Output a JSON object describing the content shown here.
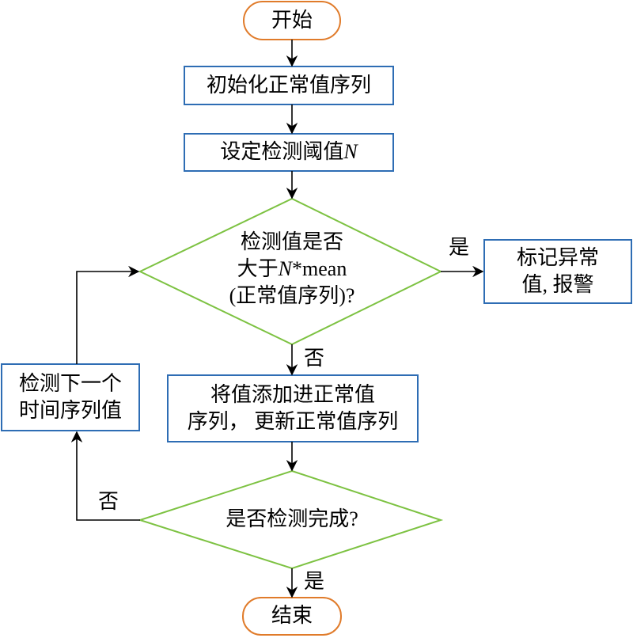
{
  "diagram": {
    "start": "开始",
    "init": "初始化正常值序列",
    "threshold": {
      "text": "设定检测阈值",
      "var": "N"
    },
    "decision1": {
      "line1": "检测值是否",
      "line2_pre": "大于",
      "line2_var": "N",
      "line2_post": "*mean",
      "line3": "(正常值序列)?"
    },
    "yes_label_1": "是",
    "mark": {
      "line1": "标记异常",
      "line2": "值, 报警"
    },
    "no_label_1": "否",
    "append": {
      "line1": "将值添加进正常值",
      "line2": "序列， 更新正常值序列"
    },
    "next": {
      "line1": "检测下一个",
      "line2": "时间序列值"
    },
    "decision2": "是否检测完成?",
    "no_label_2": "否",
    "yes_label_2": "是",
    "end": "结束"
  },
  "colors": {
    "terminal_border": "#E07B2A",
    "process_border": "#2E6DB4",
    "decision_border": "#7DC242",
    "line": "#000000"
  }
}
